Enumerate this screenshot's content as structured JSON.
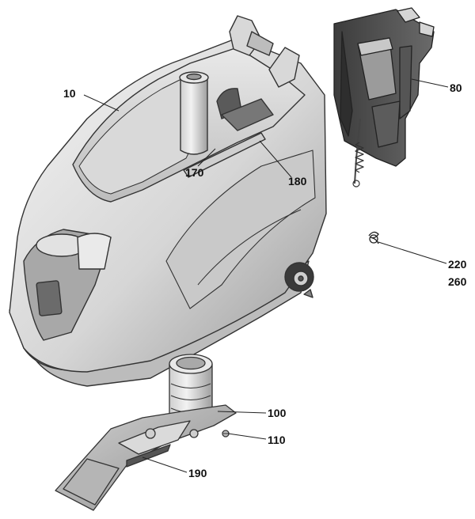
{
  "callouts": {
    "c10": "10",
    "c80": "80",
    "c170": "170",
    "c180": "180",
    "c220": "220",
    "c260": "260",
    "c100": "100",
    "c110": "110",
    "c190": "190"
  },
  "colors": {
    "body_light": "#eeeeee",
    "body_mid": "#c9c9c9",
    "body_dark": "#8a8a8a",
    "outline": "#333333",
    "cover_dark": "#4a4a4a",
    "leader": "#222222"
  },
  "parts": {
    "main_body": "10",
    "rear_cover": "80",
    "suction_hose_base": "100",
    "screw": "110",
    "hose_clip": "170",
    "latch": "180",
    "spring_and_clip": "220/260",
    "squeegee_channel": "190"
  }
}
